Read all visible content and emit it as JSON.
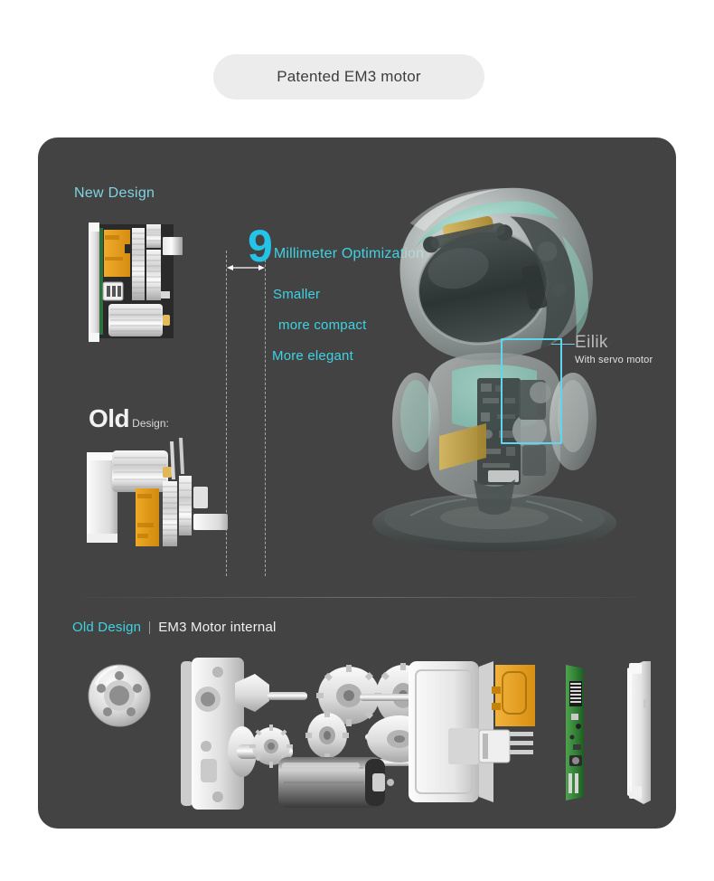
{
  "header": {
    "pill_label": "Patented EM3 motor"
  },
  "card": {
    "new_design_label": "New Design",
    "highlight": {
      "number": "9",
      "unit": "Millimeter Optimization"
    },
    "benefits": [
      "Smaller",
      "more compact",
      "More elegant"
    ],
    "old_design": {
      "big": "Old",
      "small": "Design:"
    },
    "product_callout": {
      "name": "Eilik",
      "subtitle": "With servo motor"
    },
    "bottom_section": {
      "tag": "Old Design",
      "separator": "|",
      "title": "EM3 Motor internal"
    }
  },
  "colors": {
    "page_background": "#ffffff",
    "card_background": "#434343",
    "pill_background": "#ececec",
    "pill_text": "#3d3d3d",
    "accent_cyan": "#3fd2e2",
    "accent_cyan_bright": "#24c3e8",
    "label_cyan_soft": "#7fd4e0",
    "white_text": "#f2f2f2",
    "gray_text": "#b9b9b9",
    "highlight_box": "#5fd6ef",
    "robot_mint": "#8fd4c4",
    "flex_pcb_orange": "#e8a020",
    "pcb_green": "#3e9b3e",
    "battery_gold": "#c9a84c"
  },
  "icons": {
    "measure_arrow": "double-headed-arrow"
  }
}
